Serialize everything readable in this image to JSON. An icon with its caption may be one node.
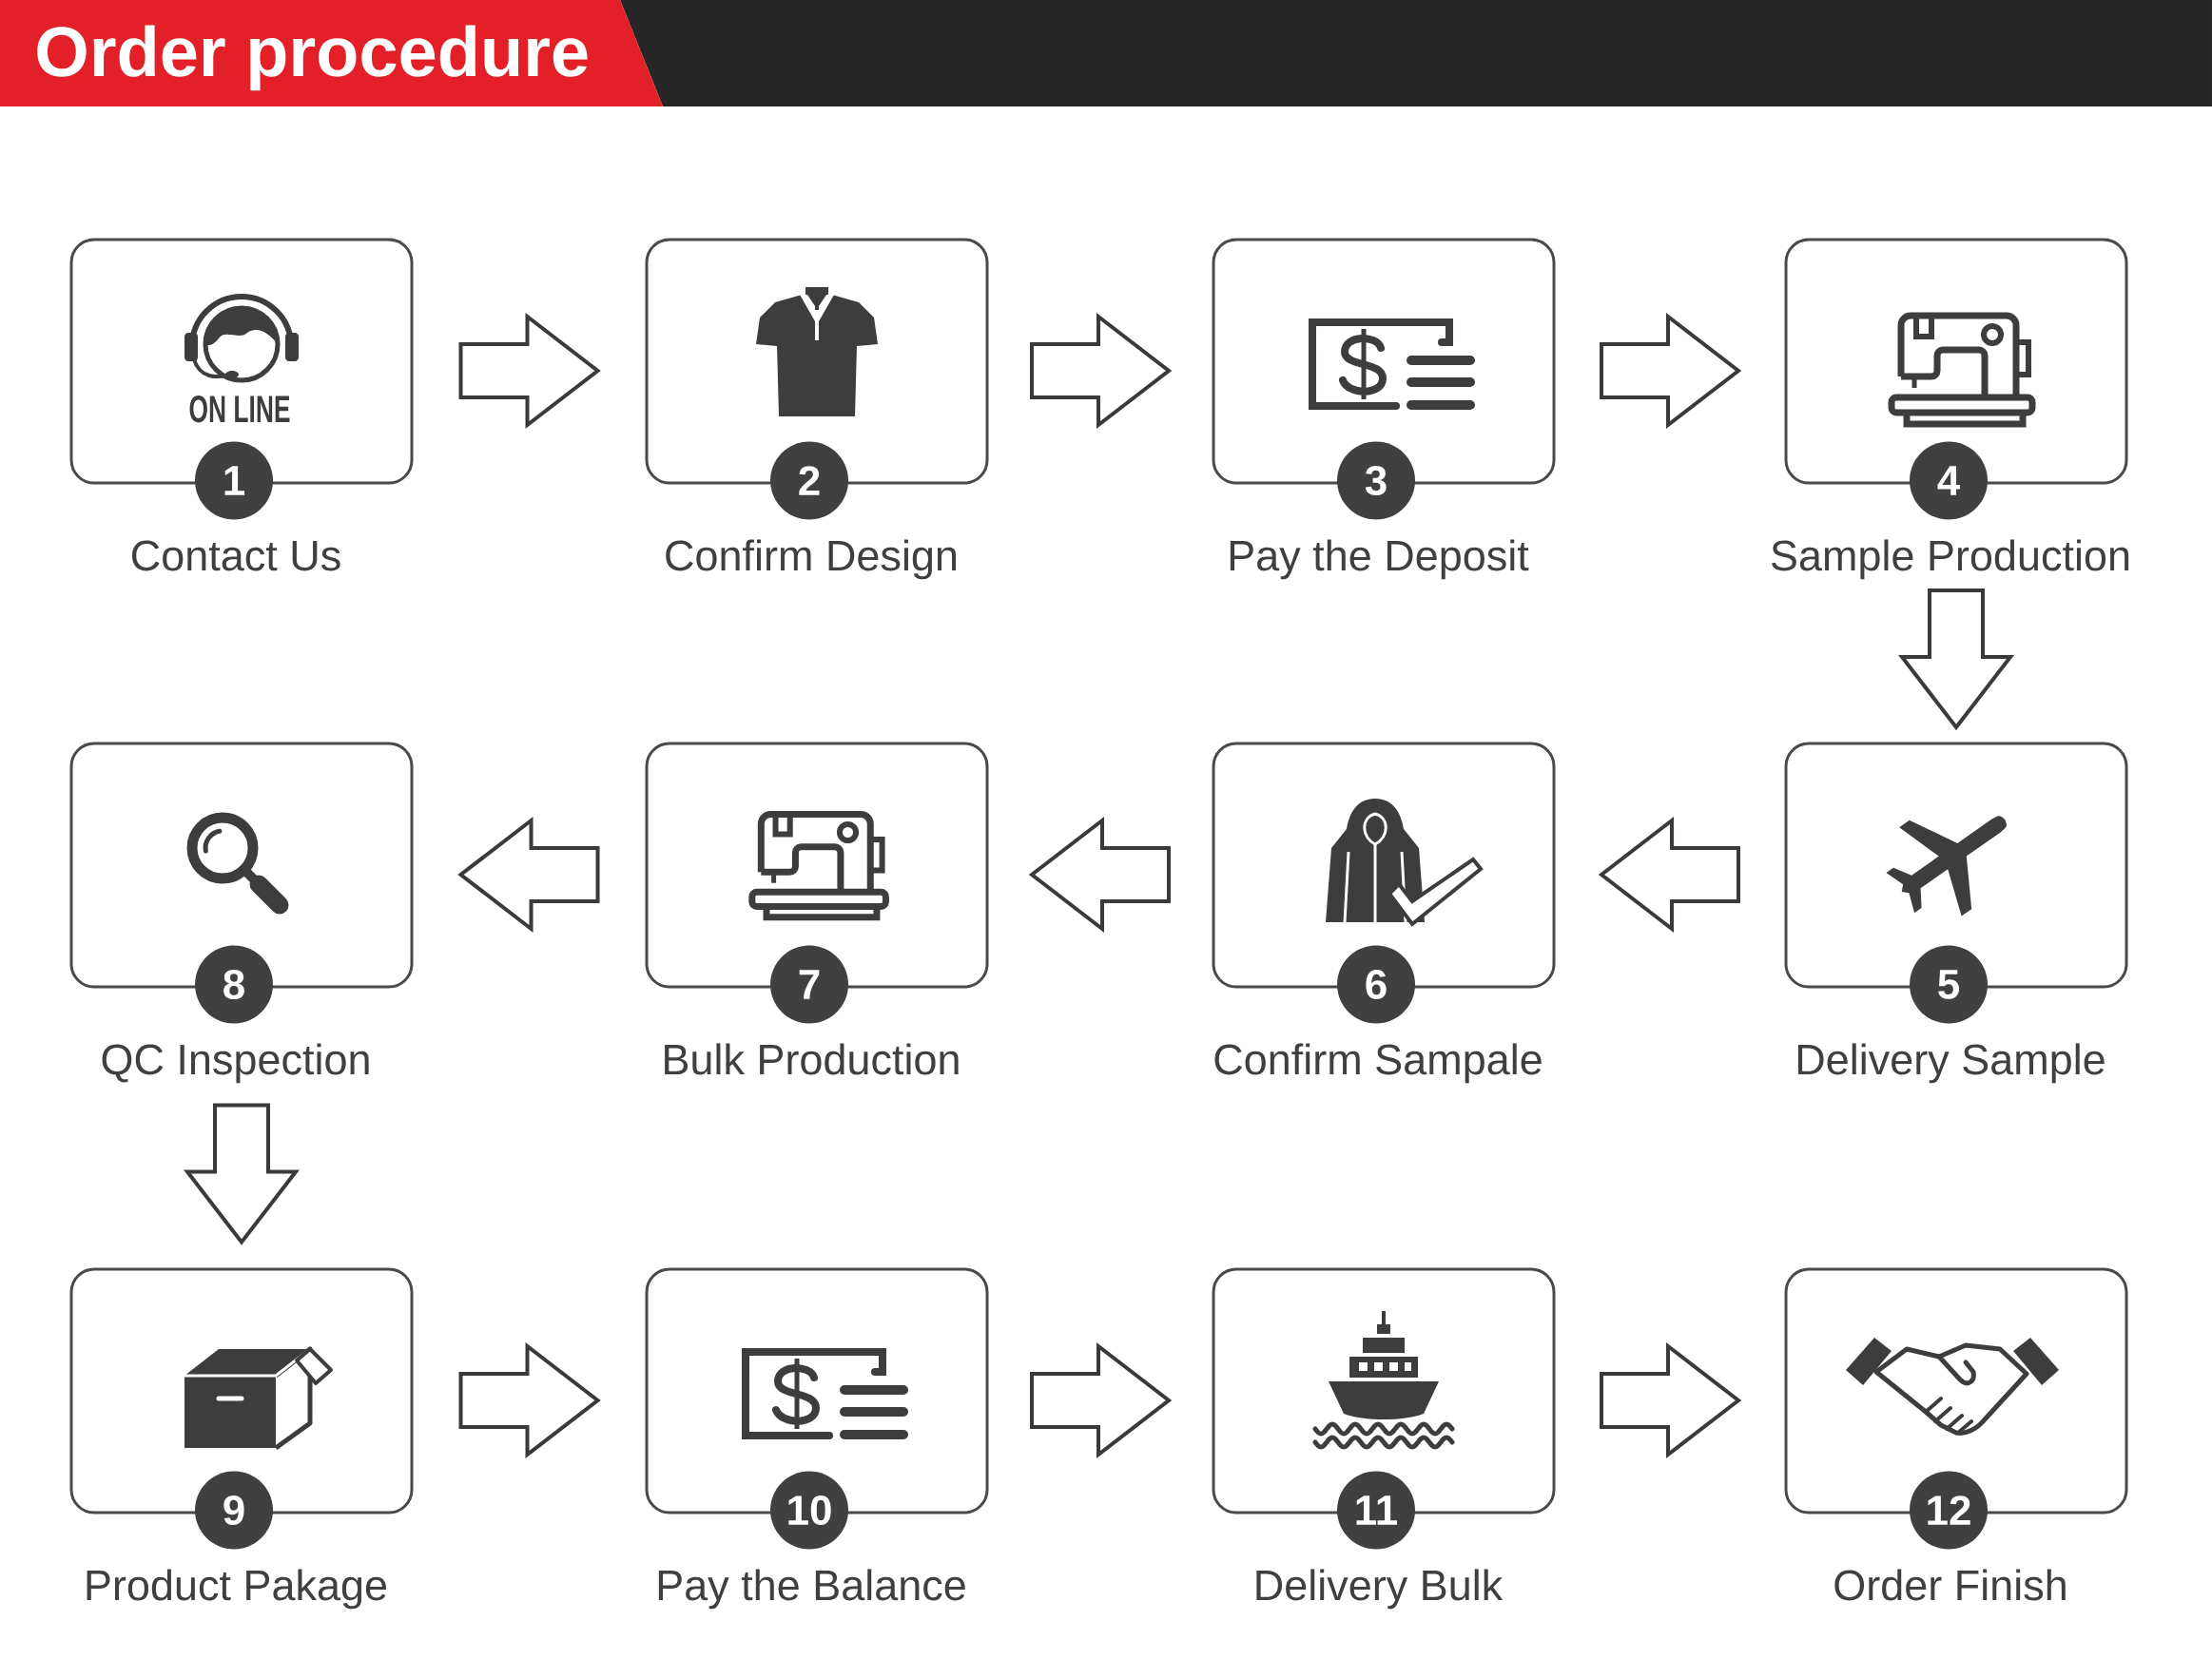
{
  "diagram": {
    "title": "Order procedure",
    "nodes": [
      {
        "text": [
          "ON LINE",
          "1",
          "Contact Us"
        ]
      },
      {
        "text": [
          "2",
          "Confirm Design"
        ]
      },
      {
        "text": [
          "3",
          "Pay the Deposit"
        ]
      },
      {
        "text": [
          "4",
          "Sample Production"
        ]
      },
      {
        "text": [
          "5",
          "Delivery Sample"
        ]
      },
      {
        "text": [
          "6",
          "Confirm Sampale"
        ]
      },
      {
        "text": [
          "7",
          "Bulk Production"
        ]
      },
      {
        "text": [
          "8",
          "QC Inspection"
        ]
      },
      {
        "text": [
          "9",
          "Product Pakage"
        ]
      },
      {
        "text": [
          "10",
          "Pay the Balance"
        ]
      },
      {
        "text": [
          "11",
          "Delivery Bulk"
        ]
      },
      {
        "text": [
          "12",
          "Order Finish"
        ]
      }
    ],
    "edges": [
      {
        "from": 0,
        "to": 1,
        "arrow": "to"
      },
      {
        "from": 1,
        "to": 2,
        "arrow": "to"
      },
      {
        "from": 2,
        "to": 3,
        "arrow": "to"
      },
      {
        "from": 3,
        "to": 4,
        "arrow": "to"
      },
      {
        "from": 4,
        "to": 5,
        "arrow": "to"
      },
      {
        "from": 5,
        "to": 6,
        "arrow": "to"
      },
      {
        "from": 6,
        "to": 7,
        "arrow": "to"
      },
      {
        "from": 7,
        "to": 8,
        "arrow": "to"
      },
      {
        "from": 8,
        "to": 9,
        "arrow": "to"
      },
      {
        "from": 9,
        "to": 10,
        "arrow": "to"
      },
      {
        "from": 10,
        "to": 11,
        "arrow": "to"
      }
    ]
  }
}
